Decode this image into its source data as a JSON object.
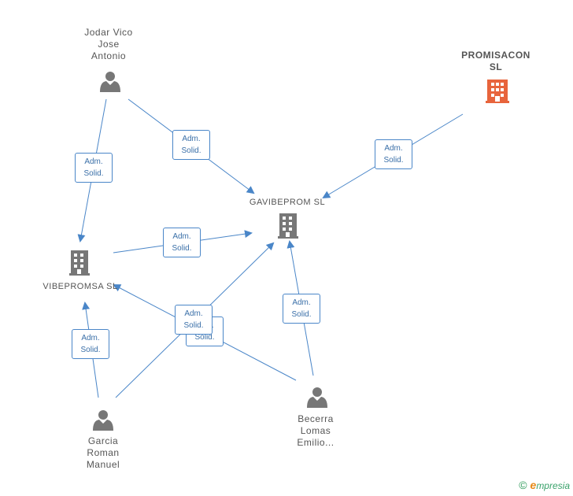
{
  "nodes": {
    "jodar": {
      "label": "Jodar Vico\nJose\nAntonio"
    },
    "promisacon": {
      "label": "PROMISACON\nSL"
    },
    "gavibeprom": {
      "label": "GAVIBEPROM SL"
    },
    "vibepromsa": {
      "label": "VIBEPROMSA SL"
    },
    "garcia": {
      "label": "Garcia\nRoman\nManuel"
    },
    "becerra": {
      "label": "Becerra\nLomas\nEmilio..."
    }
  },
  "edge_label": {
    "line1": "Adm.",
    "line2": "Solid."
  },
  "footer": {
    "copyright": "©",
    "brand_initial": "e",
    "brand_rest": "mpresia"
  },
  "colors": {
    "edge": "#4a86c8",
    "person": "#777777",
    "company": "#777777",
    "highlight": "#e8643c"
  }
}
